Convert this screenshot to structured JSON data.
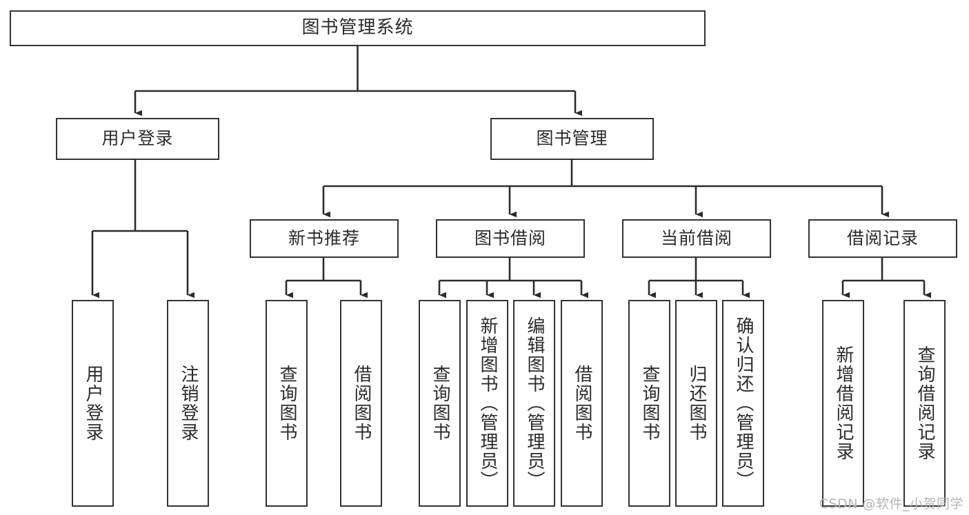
{
  "diagram": {
    "type": "tree",
    "title": "图书管理系统",
    "orientation": "top-down",
    "colors": {
      "box_border": "#323232",
      "box_fill": "#ffffff",
      "connector": "#2b2b2b",
      "text": "#2b2b2b",
      "watermark": "#b4b4b4",
      "background": "#ffffff"
    },
    "root": {
      "label": "图书管理系统",
      "orientation": "horizontal"
    },
    "level2": [
      {
        "label": "用户登录",
        "orientation": "horizontal"
      },
      {
        "label": "图书管理",
        "orientation": "horizontal"
      }
    ],
    "level3": [
      {
        "label": "新书推荐",
        "orientation": "horizontal",
        "parent": "图书管理"
      },
      {
        "label": "图书借阅",
        "orientation": "horizontal",
        "parent": "图书管理"
      },
      {
        "label": "当前借阅",
        "orientation": "horizontal",
        "parent": "图书管理"
      },
      {
        "label": "借阅记录",
        "orientation": "horizontal",
        "parent": "图书管理"
      }
    ],
    "leaves": [
      {
        "label": "用户登录",
        "parent": "用户登录",
        "orientation": "vertical"
      },
      {
        "label": "注销登录",
        "parent": "用户登录",
        "orientation": "vertical"
      },
      {
        "label": "查询图书",
        "parent": "新书推荐",
        "orientation": "vertical"
      },
      {
        "label": "借阅图书",
        "parent": "新书推荐",
        "orientation": "vertical"
      },
      {
        "label": "查询图书",
        "parent": "图书借阅",
        "orientation": "vertical"
      },
      {
        "label": "新增图书（管理员）",
        "parent": "图书借阅",
        "orientation": "vertical"
      },
      {
        "label": "编辑图书（管理员）",
        "parent": "图书借阅",
        "orientation": "vertical"
      },
      {
        "label": "借阅图书",
        "parent": "图书借阅",
        "orientation": "vertical"
      },
      {
        "label": "查询图书",
        "parent": "当前借阅",
        "orientation": "vertical"
      },
      {
        "label": "归还图书",
        "parent": "当前借阅",
        "orientation": "vertical"
      },
      {
        "label": "确认归还（管理员）",
        "parent": "当前借阅",
        "orientation": "vertical"
      },
      {
        "label": "新增借阅记录",
        "parent": "借阅记录",
        "orientation": "vertical"
      },
      {
        "label": "查询借阅记录",
        "parent": "借阅记录",
        "orientation": "vertical"
      }
    ]
  },
  "watermark": {
    "text": "CSDN @软件_小贺同学"
  }
}
